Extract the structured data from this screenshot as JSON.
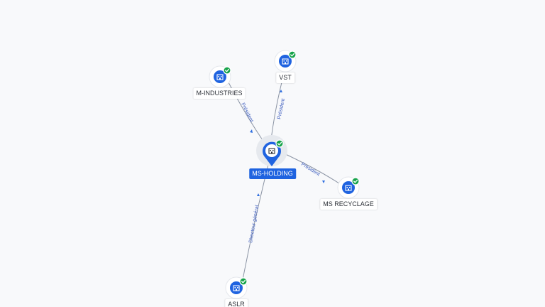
{
  "nodes": {
    "main": {
      "label": "MS-HOLDING",
      "icon": "building-icon",
      "status": "verified"
    },
    "vst": {
      "label": "VST",
      "icon": "building-icon",
      "status": "verified"
    },
    "m_industries": {
      "label": "M-INDUSTRIES",
      "icon": "building-icon",
      "status": "verified"
    },
    "ms_recyclage": {
      "label": "MS RECYCLAGE",
      "icon": "building-icon",
      "status": "verified"
    },
    "aslr": {
      "label": "ASLR",
      "icon": "building-icon",
      "status": "verified"
    }
  },
  "edges": {
    "main_vst": {
      "label": "Président"
    },
    "main_m_industries": {
      "label": "Président"
    },
    "main_ms_recyclage": {
      "label": "Président"
    },
    "main_aslr": {
      "label": "Directeur général"
    }
  },
  "colors": {
    "accent": "#1f63e0",
    "verified": "#16a34a",
    "edge_label": "#3f5fbf",
    "background": "#f8f9fb"
  }
}
